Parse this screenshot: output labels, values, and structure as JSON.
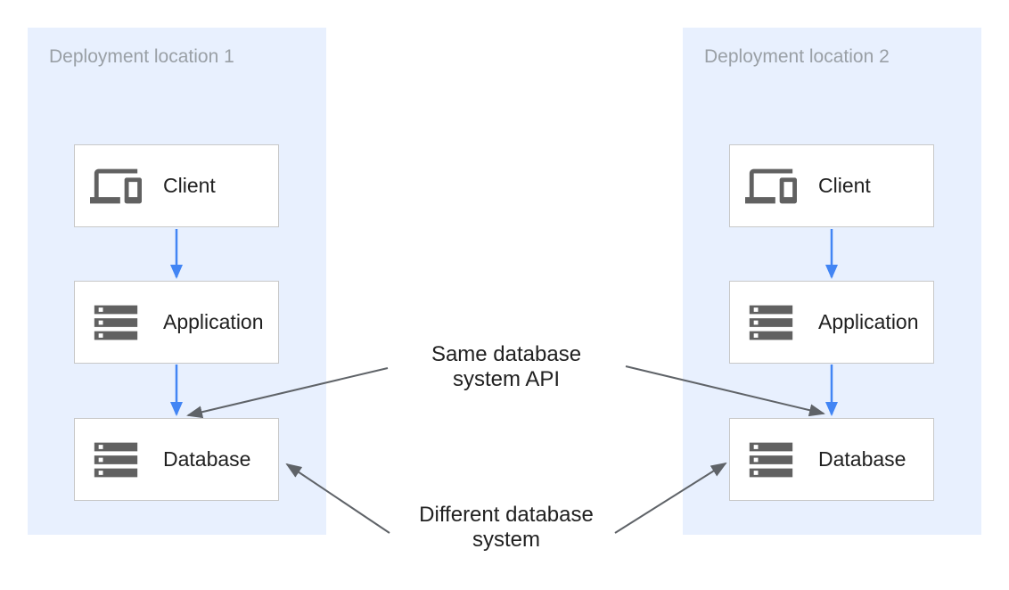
{
  "colors": {
    "container_bg": "#E8F0FE",
    "node_border": "#C8C8C8",
    "icon_gray": "#616161",
    "arrow_blue": "#4285F4",
    "arrow_gray": "#5F6368",
    "title_gray": "#9AA0A6",
    "label_color": "#212121",
    "page_bg": "#FFFFFF"
  },
  "locations": [
    {
      "title": "Deployment location 1",
      "nodes": [
        {
          "label": "Client",
          "icon": "devices-icon"
        },
        {
          "label": "Application",
          "icon": "server-stack-icon"
        },
        {
          "label": "Database",
          "icon": "server-stack-icon"
        }
      ]
    },
    {
      "title": "Deployment location 2",
      "nodes": [
        {
          "label": "Client",
          "icon": "devices-icon"
        },
        {
          "label": "Application",
          "icon": "server-stack-icon"
        },
        {
          "label": "Database",
          "icon": "server-stack-icon"
        }
      ]
    }
  ],
  "annotations": [
    {
      "line1": "Same database",
      "line2": "system API"
    },
    {
      "line1": "Different database",
      "line2": "system"
    }
  ]
}
